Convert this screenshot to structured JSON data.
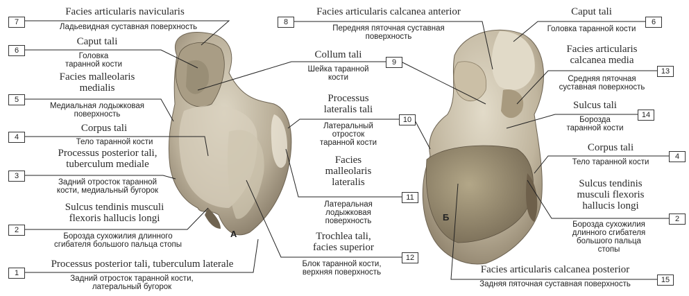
{
  "figure_letters": {
    "a": "А",
    "b": "Б"
  },
  "labels": [
    {
      "n": "7",
      "latin": "Facies articularis navicularis",
      "ru": "Ладьевидная суставная поверхность"
    },
    {
      "n": "6",
      "latin": "Caput tali",
      "ru": "Головка\nтаранной кости"
    },
    {
      "n": "5",
      "latin": "Facies malleolaris\nmedialis",
      "ru": "Медиальная лодыжковая\nповерхность"
    },
    {
      "n": "4",
      "latin": "Corpus tali",
      "ru": "Тело таранной кости"
    },
    {
      "n": "3",
      "latin": "Processus posterior tali,\ntuberculum mediale",
      "ru": "Задний отросток таранной\nкости, медиальный бугорок"
    },
    {
      "n": "2",
      "latin": "Sulcus tendinis musculi\nflexoris hallucis longi",
      "ru": "Борозда сухожилия длинного\nсгибателя большого пальца стопы"
    },
    {
      "n": "1",
      "latin": "Processus posterior tali, tuberculum laterale",
      "ru": "Задний отросток таранной кости,\nлатеральный бугорок"
    },
    {
      "n": "8",
      "latin": "Facies articularis calcanea anterior",
      "ru": "Передняя пяточная суставная\nповерхность"
    },
    {
      "n": "9",
      "latin": "Collum tali",
      "ru": "Шейка таранной\nкости"
    },
    {
      "n": "10",
      "latin": "Processus\nlateralis tali",
      "ru": "Латеральный\nотросток\nтаранной кости"
    },
    {
      "n": "11",
      "latin": "Facies\nmalleolaris\nlateralis",
      "ru": "Латеральная\nлодыжковая\nповерхность"
    },
    {
      "n": "12",
      "latin": "Trochlea tali,\nfacies superior",
      "ru": "Блок таранной кости,\nверхняя поверхность"
    },
    {
      "n": "6",
      "latin": "Caput tali",
      "ru": "Головка таранной кости"
    },
    {
      "n": "13",
      "latin": "Facies articularis\ncalcanea media",
      "ru": "Средняя пяточная\nсуставная поверхность"
    },
    {
      "n": "14",
      "latin": "Sulcus tali",
      "ru": "Борозда\nтаранной кости"
    },
    {
      "n": "4",
      "latin": "Corpus tali",
      "ru": "Тело таранной кости"
    },
    {
      "n": "2",
      "latin": "Sulcus tendinis\nmusculi flexoris\nhallucis longi",
      "ru": "Борозда сухожилия\nдлинного сгибателя\nбольшого пальца\nстопы"
    },
    {
      "n": "15",
      "latin": "Facies articularis calcanea posterior",
      "ru": "Задняя пяточная суставная поверхность"
    }
  ]
}
